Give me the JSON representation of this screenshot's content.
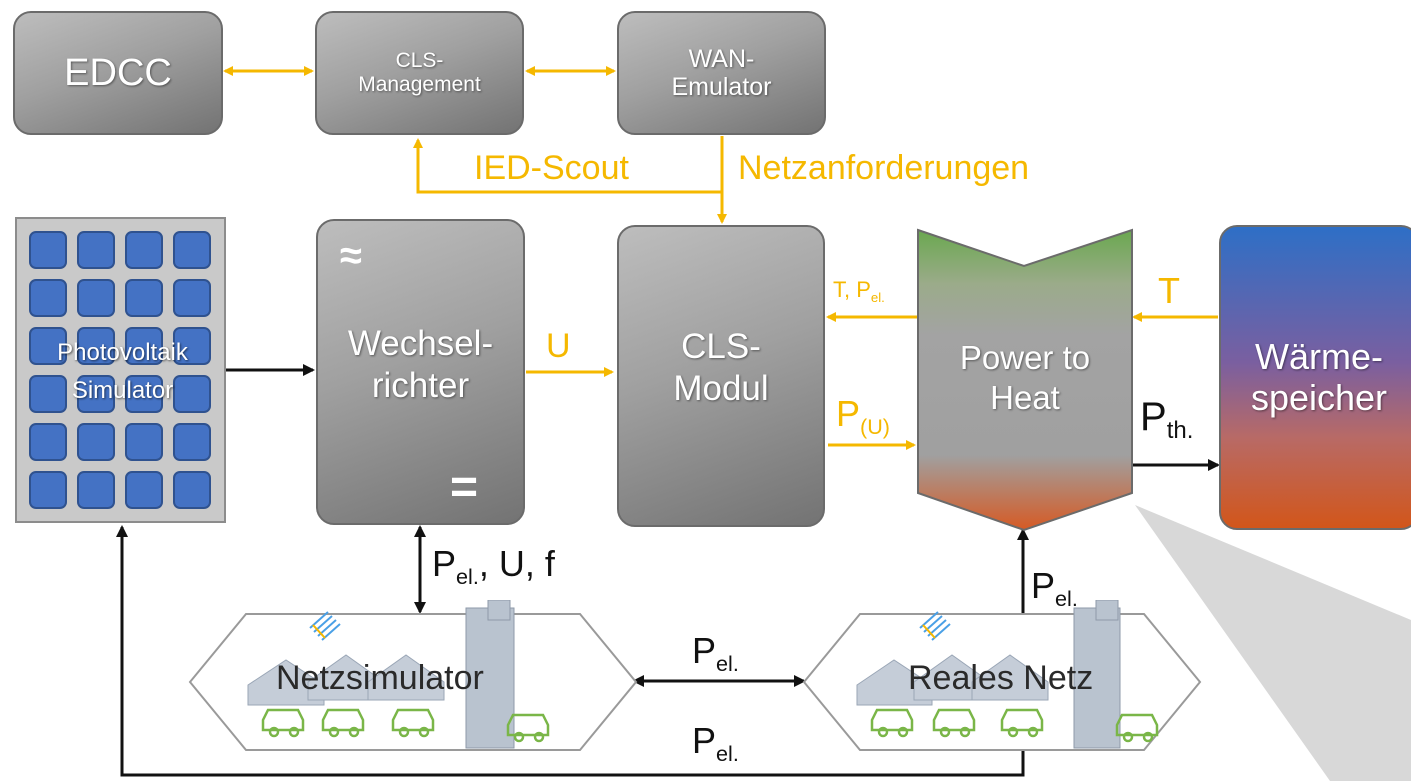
{
  "boxes": {
    "edcc": "EDCC",
    "cls_management_line1": "CLS-",
    "cls_management_line2": "Management",
    "wan_line1": "WAN-",
    "wan_line2": "Emulator",
    "pv_line1": "Photovoltaik",
    "pv_line2": "Simulator",
    "inverter_symbol_ac": "≈",
    "inverter_line1": "Wechsel-",
    "inverter_line2": "richter",
    "inverter_symbol_dc": "=",
    "cls_modul_line1": "CLS-",
    "cls_modul_line2": "Modul",
    "p2h_line1": "Power to",
    "p2h_line2": "Heat",
    "ws_line1": "Wärme-",
    "ws_line2": "speicher",
    "netzsimulator": "Netzsimulator",
    "reales_netz": "Reales Netz"
  },
  "labels": {
    "ied_scout": "IED-Scout",
    "netzanforderungen": "Netzanforderungen",
    "u": "U",
    "p": "P",
    "p_sub_u": "(U)",
    "t_pel_prefix": "T, P",
    "el_sub": "el.",
    "t": "T",
    "th_sub": "th.",
    "u_f_suffix": ", U, f"
  },
  "colors": {
    "signal": "#f5b800",
    "power": "#111111",
    "box_gray": "#a0a0a0",
    "pv_cell": "#4472c4",
    "storage_top": "#2e6fc6",
    "storage_bottom": "#d2561a",
    "p2h_top": "#6aa84f",
    "p2h_bottom": "#d65a24"
  },
  "icons": [
    "house-icon",
    "solar-panel-icon",
    "electric-car-icon",
    "building-icon",
    "arrow-icon"
  ]
}
